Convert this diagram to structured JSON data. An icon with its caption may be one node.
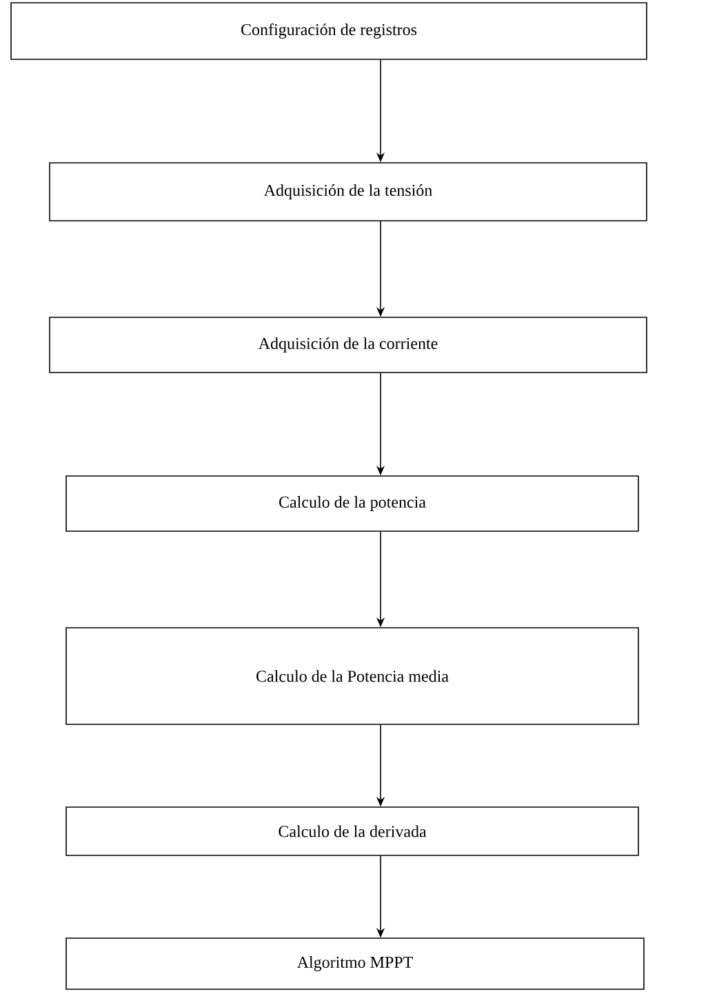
{
  "diagram": {
    "nodes": [
      {
        "text": [
          "Configuración de registros"
        ]
      },
      {
        "text": [
          "Adquisición de la tensión"
        ]
      },
      {
        "text": [
          "Adquisición de la corriente"
        ]
      },
      {
        "text": [
          "Calculo de la potencia"
        ]
      },
      {
        "text": [
          "Calculo de la Potencia media"
        ]
      },
      {
        "text": [
          "Calculo de la derivada"
        ]
      },
      {
        "text": [
          "Algoritmo MPPT"
        ]
      }
    ],
    "edges": [
      {
        "from": 0,
        "to": 1,
        "arrow": "to"
      },
      {
        "from": 1,
        "to": 2,
        "arrow": "to"
      },
      {
        "from": 2,
        "to": 3,
        "arrow": "to"
      },
      {
        "from": 3,
        "to": 4,
        "arrow": "to"
      },
      {
        "from": 4,
        "to": 5,
        "arrow": "to"
      },
      {
        "from": 5,
        "to": 6,
        "arrow": "to"
      }
    ]
  }
}
